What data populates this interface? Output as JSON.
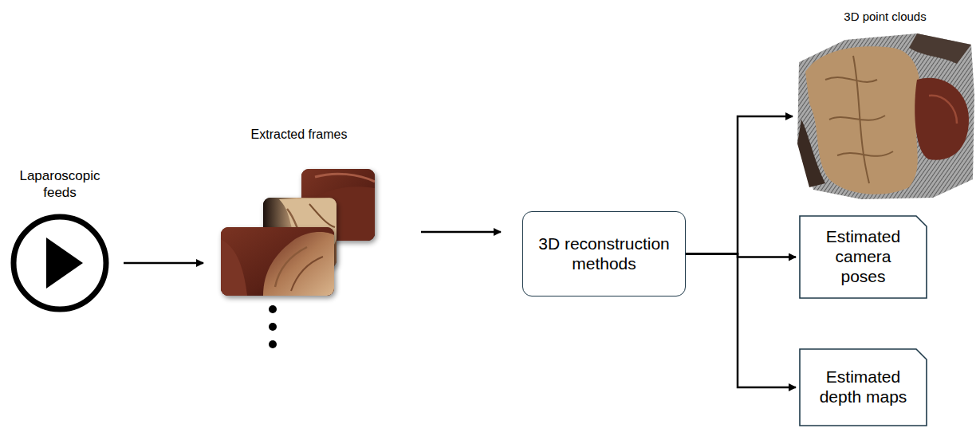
{
  "diagram": {
    "nodes": [
      {
        "text": [
          "Laparoscopic feeds"
        ]
      },
      {
        "text": [
          "Extracted frames"
        ]
      },
      {
        "text": [
          "3D reconstruction methods"
        ]
      },
      {
        "text": [
          "3D point clouds"
        ]
      },
      {
        "text": [
          "Estimated camera poses"
        ]
      },
      {
        "text": [
          "Estimated depth maps"
        ]
      }
    ],
    "edges": [
      {
        "from": 0,
        "to": 1,
        "arrow": "to"
      },
      {
        "from": 1,
        "to": 2,
        "arrow": "to"
      },
      {
        "from": 2,
        "to": 3,
        "arrow": "to"
      },
      {
        "from": 2,
        "to": 4,
        "arrow": "to"
      },
      {
        "from": 2,
        "to": 5,
        "arrow": "to"
      }
    ]
  }
}
